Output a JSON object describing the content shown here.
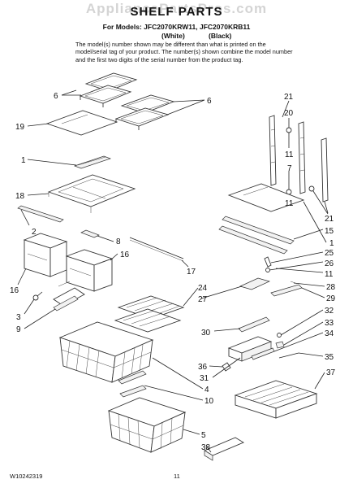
{
  "watermark": "AppliancePartsPros.com",
  "header": {
    "title": "SHELF PARTS",
    "models_line": "For Models: JFC2070KRW11, JFC2070KRB11",
    "color_white": "(White)",
    "color_black": "(Black)",
    "note": "The model(s) number shown may be different than what is printed on the model/serial tag of your product. The number(s) shown combine the model number and the first two digits of the serial number from the product tag."
  },
  "callouts": {
    "c6a": "6",
    "c6b": "6",
    "c19": "19",
    "c1a": "1",
    "c18": "18",
    "c2": "2",
    "c8": "8",
    "c16a": "16",
    "c16b": "16",
    "c3": "3",
    "c9": "9",
    "c21a": "21",
    "c20": "20",
    "c11a": "11",
    "c7": "7",
    "c11b": "11",
    "c21b": "21",
    "c15": "15",
    "c1b": "1",
    "c25": "25",
    "c26": "26",
    "c11c": "11",
    "c17": "17",
    "c24": "24",
    "c27": "27",
    "c28": "28",
    "c29": "29",
    "c30": "30",
    "c32": "32",
    "c33": "33",
    "c34": "34",
    "c35": "35",
    "c36": "36",
    "c31": "31",
    "c4": "4",
    "c10": "10",
    "c37": "37",
    "c5": "5",
    "c38": "38"
  },
  "footer": {
    "doc_number": "W10242319",
    "page_number": "11"
  }
}
